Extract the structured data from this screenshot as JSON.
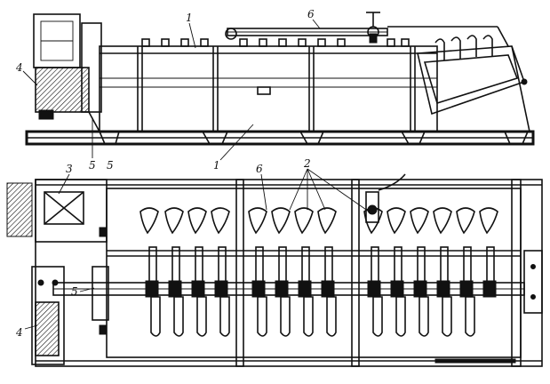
{
  "figure": {
    "labels_top": [
      {
        "id": "callout-1-top",
        "text": "1"
      },
      {
        "id": "callout-6-top",
        "text": "6"
      },
      {
        "id": "callout-4-top",
        "text": "4"
      },
      {
        "id": "callout-5-top",
        "text": "5"
      },
      {
        "id": "callout-5-top-b",
        "text": "5"
      }
    ],
    "labels_bottom": [
      {
        "id": "callout-1-mid",
        "text": "1"
      },
      {
        "id": "callout-3",
        "text": "3"
      },
      {
        "id": "callout-6-bottom",
        "text": "6"
      },
      {
        "id": "callout-2",
        "text": "2"
      },
      {
        "id": "callout-5-bottom",
        "text": "5"
      },
      {
        "id": "callout-4-bottom",
        "text": "4"
      }
    ]
  }
}
